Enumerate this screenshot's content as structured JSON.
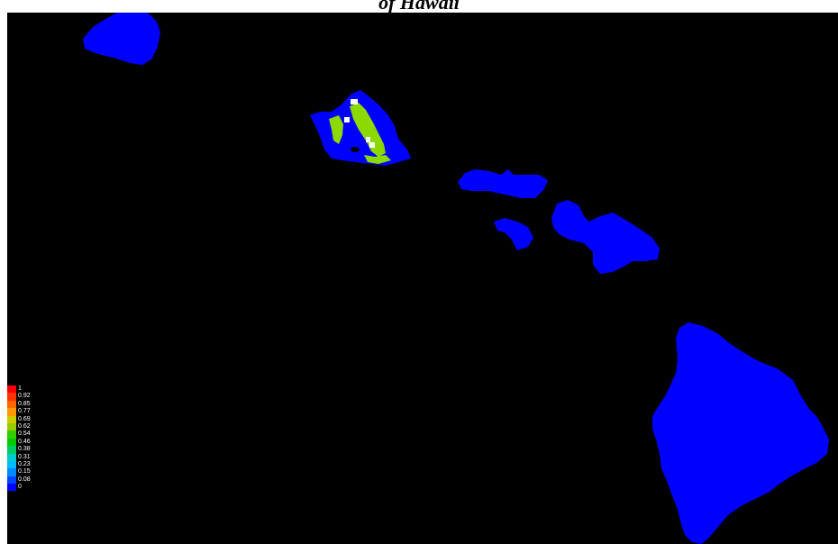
{
  "map": {
    "title": "of Hawaii",
    "background_color": "#000000",
    "island_color": "#0000ff",
    "highlight_colors": {
      "green": "#8cd900",
      "white": "#ffffff",
      "dark": "#000000"
    },
    "islands": [
      "Kauai",
      "Oahu",
      "Molokai",
      "Lanai",
      "Maui",
      "Hawaii"
    ]
  },
  "legend": {
    "entries": [
      {
        "label": "1",
        "color": "#ff0000"
      },
      {
        "label": "0.92",
        "color": "#ff3300"
      },
      {
        "label": "0.85",
        "color": "#ff6600"
      },
      {
        "label": "0.77",
        "color": "#ff9900"
      },
      {
        "label": "0.69",
        "color": "#cccc00"
      },
      {
        "label": "0.62",
        "color": "#99cc00"
      },
      {
        "label": "0.54",
        "color": "#33cc00"
      },
      {
        "label": "0.46",
        "color": "#00cc00"
      },
      {
        "label": "0.38",
        "color": "#00cc66"
      },
      {
        "label": "0.31",
        "color": "#00cccc"
      },
      {
        "label": "0.23",
        "color": "#00bbff"
      },
      {
        "label": "0.15",
        "color": "#0088ff"
      },
      {
        "label": "0.08",
        "color": "#0044ff"
      },
      {
        "label": "0",
        "color": "#0000ff"
      }
    ]
  }
}
